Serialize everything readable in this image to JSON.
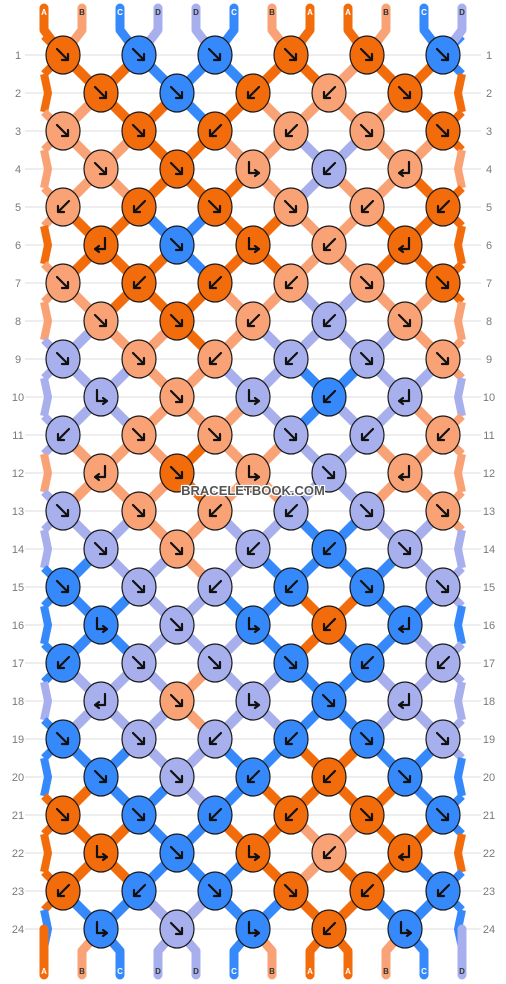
{
  "site": {
    "watermark": "BRACELETBOOK.COM"
  },
  "colors": {
    "A": "#f26c0c",
    "B": "#f9a276",
    "C": "#3589fb",
    "D": "#a7b0ec"
  },
  "strands": [
    "A",
    "B",
    "C",
    "D",
    "D",
    "C",
    "B",
    "A",
    "A",
    "B",
    "C",
    "D"
  ],
  "knot_pattern": {
    "rows": [
      {
        "label": "1",
        "knots": [
          {
            "c": "A",
            "d": "se"
          },
          {
            "c": "C",
            "d": "se"
          },
          {
            "c": "C",
            "d": "se"
          },
          {
            "c": "A",
            "d": "se"
          },
          {
            "c": "A",
            "d": "se"
          },
          {
            "c": "C",
            "d": "se"
          }
        ]
      },
      {
        "label": "2",
        "knots": [
          {
            "c": "A",
            "d": "se"
          },
          {
            "c": "C",
            "d": "se"
          },
          {
            "c": "A",
            "d": "sw"
          },
          {
            "c": "B",
            "d": "sw"
          },
          {
            "c": "A",
            "d": "se"
          }
        ]
      },
      {
        "label": "3",
        "knots": [
          {
            "c": "B",
            "d": "se"
          },
          {
            "c": "A",
            "d": "se"
          },
          {
            "c": "A",
            "d": "sw"
          },
          {
            "c": "B",
            "d": "sw"
          },
          {
            "c": "B",
            "d": "se"
          },
          {
            "c": "A",
            "d": "se"
          }
        ]
      },
      {
        "label": "4",
        "knots": [
          {
            "c": "B",
            "d": "se"
          },
          {
            "c": "A",
            "d": "se"
          },
          {
            "c": "B",
            "d": "se-t"
          },
          {
            "c": "D",
            "d": "sw"
          },
          {
            "c": "B",
            "d": "sw-t"
          }
        ]
      },
      {
        "label": "5",
        "knots": [
          {
            "c": "B",
            "d": "sw"
          },
          {
            "c": "A",
            "d": "sw"
          },
          {
            "c": "A",
            "d": "se"
          },
          {
            "c": "B",
            "d": "se"
          },
          {
            "c": "B",
            "d": "sw"
          },
          {
            "c": "A",
            "d": "sw"
          }
        ]
      },
      {
        "label": "6",
        "knots": [
          {
            "c": "A",
            "d": "sw-t"
          },
          {
            "c": "C",
            "d": "se"
          },
          {
            "c": "A",
            "d": "se-t"
          },
          {
            "c": "B",
            "d": "sw"
          },
          {
            "c": "A",
            "d": "sw-t"
          }
        ]
      },
      {
        "label": "7",
        "knots": [
          {
            "c": "B",
            "d": "se"
          },
          {
            "c": "A",
            "d": "sw"
          },
          {
            "c": "A",
            "d": "sw"
          },
          {
            "c": "B",
            "d": "sw"
          },
          {
            "c": "B",
            "d": "se"
          },
          {
            "c": "A",
            "d": "se"
          }
        ]
      },
      {
        "label": "8",
        "knots": [
          {
            "c": "B",
            "d": "se"
          },
          {
            "c": "A",
            "d": "se"
          },
          {
            "c": "B",
            "d": "sw"
          },
          {
            "c": "D",
            "d": "sw"
          },
          {
            "c": "B",
            "d": "se"
          }
        ]
      },
      {
        "label": "9",
        "knots": [
          {
            "c": "D",
            "d": "se"
          },
          {
            "c": "B",
            "d": "se"
          },
          {
            "c": "B",
            "d": "sw"
          },
          {
            "c": "D",
            "d": "sw"
          },
          {
            "c": "D",
            "d": "se"
          },
          {
            "c": "B",
            "d": "se"
          }
        ]
      },
      {
        "label": "10",
        "knots": [
          {
            "c": "D",
            "d": "se-t"
          },
          {
            "c": "B",
            "d": "se"
          },
          {
            "c": "D",
            "d": "se-t"
          },
          {
            "c": "C",
            "d": "sw"
          },
          {
            "c": "D",
            "d": "sw-t"
          }
        ]
      },
      {
        "label": "11",
        "knots": [
          {
            "c": "D",
            "d": "sw"
          },
          {
            "c": "B",
            "d": "se"
          },
          {
            "c": "B",
            "d": "se"
          },
          {
            "c": "D",
            "d": "se"
          },
          {
            "c": "D",
            "d": "sw"
          },
          {
            "c": "B",
            "d": "sw"
          }
        ]
      },
      {
        "label": "12",
        "knots": [
          {
            "c": "B",
            "d": "sw-t"
          },
          {
            "c": "A",
            "d": "se"
          },
          {
            "c": "B",
            "d": "se-t"
          },
          {
            "c": "D",
            "d": "se"
          },
          {
            "c": "B",
            "d": "sw-t"
          }
        ]
      },
      {
        "label": "13",
        "knots": [
          {
            "c": "D",
            "d": "se"
          },
          {
            "c": "B",
            "d": "se"
          },
          {
            "c": "B",
            "d": "sw"
          },
          {
            "c": "D",
            "d": "sw"
          },
          {
            "c": "D",
            "d": "se"
          },
          {
            "c": "B",
            "d": "se"
          }
        ]
      },
      {
        "label": "14",
        "knots": [
          {
            "c": "D",
            "d": "se"
          },
          {
            "c": "B",
            "d": "se"
          },
          {
            "c": "D",
            "d": "sw"
          },
          {
            "c": "C",
            "d": "sw"
          },
          {
            "c": "D",
            "d": "se"
          }
        ]
      },
      {
        "label": "15",
        "knots": [
          {
            "c": "C",
            "d": "se"
          },
          {
            "c": "D",
            "d": "se"
          },
          {
            "c": "D",
            "d": "sw"
          },
          {
            "c": "C",
            "d": "sw"
          },
          {
            "c": "C",
            "d": "se"
          },
          {
            "c": "D",
            "d": "se"
          }
        ]
      },
      {
        "label": "16",
        "knots": [
          {
            "c": "C",
            "d": "se-t"
          },
          {
            "c": "D",
            "d": "se"
          },
          {
            "c": "C",
            "d": "se-t"
          },
          {
            "c": "A",
            "d": "sw"
          },
          {
            "c": "C",
            "d": "sw-t"
          }
        ]
      },
      {
        "label": "17",
        "knots": [
          {
            "c": "C",
            "d": "sw"
          },
          {
            "c": "D",
            "d": "se"
          },
          {
            "c": "D",
            "d": "se"
          },
          {
            "c": "C",
            "d": "se"
          },
          {
            "c": "C",
            "d": "sw"
          },
          {
            "c": "D",
            "d": "sw"
          }
        ]
      },
      {
        "label": "18",
        "knots": [
          {
            "c": "D",
            "d": "sw-t"
          },
          {
            "c": "B",
            "d": "se"
          },
          {
            "c": "D",
            "d": "se-t"
          },
          {
            "c": "C",
            "d": "se"
          },
          {
            "c": "D",
            "d": "sw-t"
          }
        ]
      },
      {
        "label": "19",
        "knots": [
          {
            "c": "C",
            "d": "se"
          },
          {
            "c": "D",
            "d": "se"
          },
          {
            "c": "D",
            "d": "sw"
          },
          {
            "c": "C",
            "d": "sw"
          },
          {
            "c": "C",
            "d": "se"
          },
          {
            "c": "D",
            "d": "se"
          }
        ]
      },
      {
        "label": "20",
        "knots": [
          {
            "c": "C",
            "d": "se"
          },
          {
            "c": "D",
            "d": "se"
          },
          {
            "c": "C",
            "d": "sw"
          },
          {
            "c": "A",
            "d": "sw"
          },
          {
            "c": "C",
            "d": "se"
          }
        ]
      },
      {
        "label": "21",
        "knots": [
          {
            "c": "A",
            "d": "se"
          },
          {
            "c": "C",
            "d": "se"
          },
          {
            "c": "C",
            "d": "sw"
          },
          {
            "c": "A",
            "d": "sw"
          },
          {
            "c": "A",
            "d": "se"
          },
          {
            "c": "C",
            "d": "se"
          }
        ]
      },
      {
        "label": "22",
        "knots": [
          {
            "c": "A",
            "d": "se-t"
          },
          {
            "c": "C",
            "d": "se"
          },
          {
            "c": "A",
            "d": "se-t"
          },
          {
            "c": "B",
            "d": "sw"
          },
          {
            "c": "A",
            "d": "sw-t"
          }
        ]
      },
      {
        "label": "23",
        "knots": [
          {
            "c": "A",
            "d": "sw"
          },
          {
            "c": "C",
            "d": "sw"
          },
          {
            "c": "C",
            "d": "se"
          },
          {
            "c": "A",
            "d": "se"
          },
          {
            "c": "A",
            "d": "sw"
          },
          {
            "c": "C",
            "d": "sw"
          }
        ]
      },
      {
        "label": "24",
        "knots": [
          {
            "c": "C",
            "d": "se-t"
          },
          {
            "c": "D",
            "d": "se"
          },
          {
            "c": "C",
            "d": "se-t"
          },
          {
            "c": "A",
            "d": "sw"
          },
          {
            "c": "C",
            "d": "se-t"
          }
        ]
      }
    ]
  },
  "bottom_strands": [
    "A",
    "B",
    "C",
    "D",
    "D",
    "C",
    "B",
    "A",
    "A",
    "B",
    "C",
    "D"
  ]
}
